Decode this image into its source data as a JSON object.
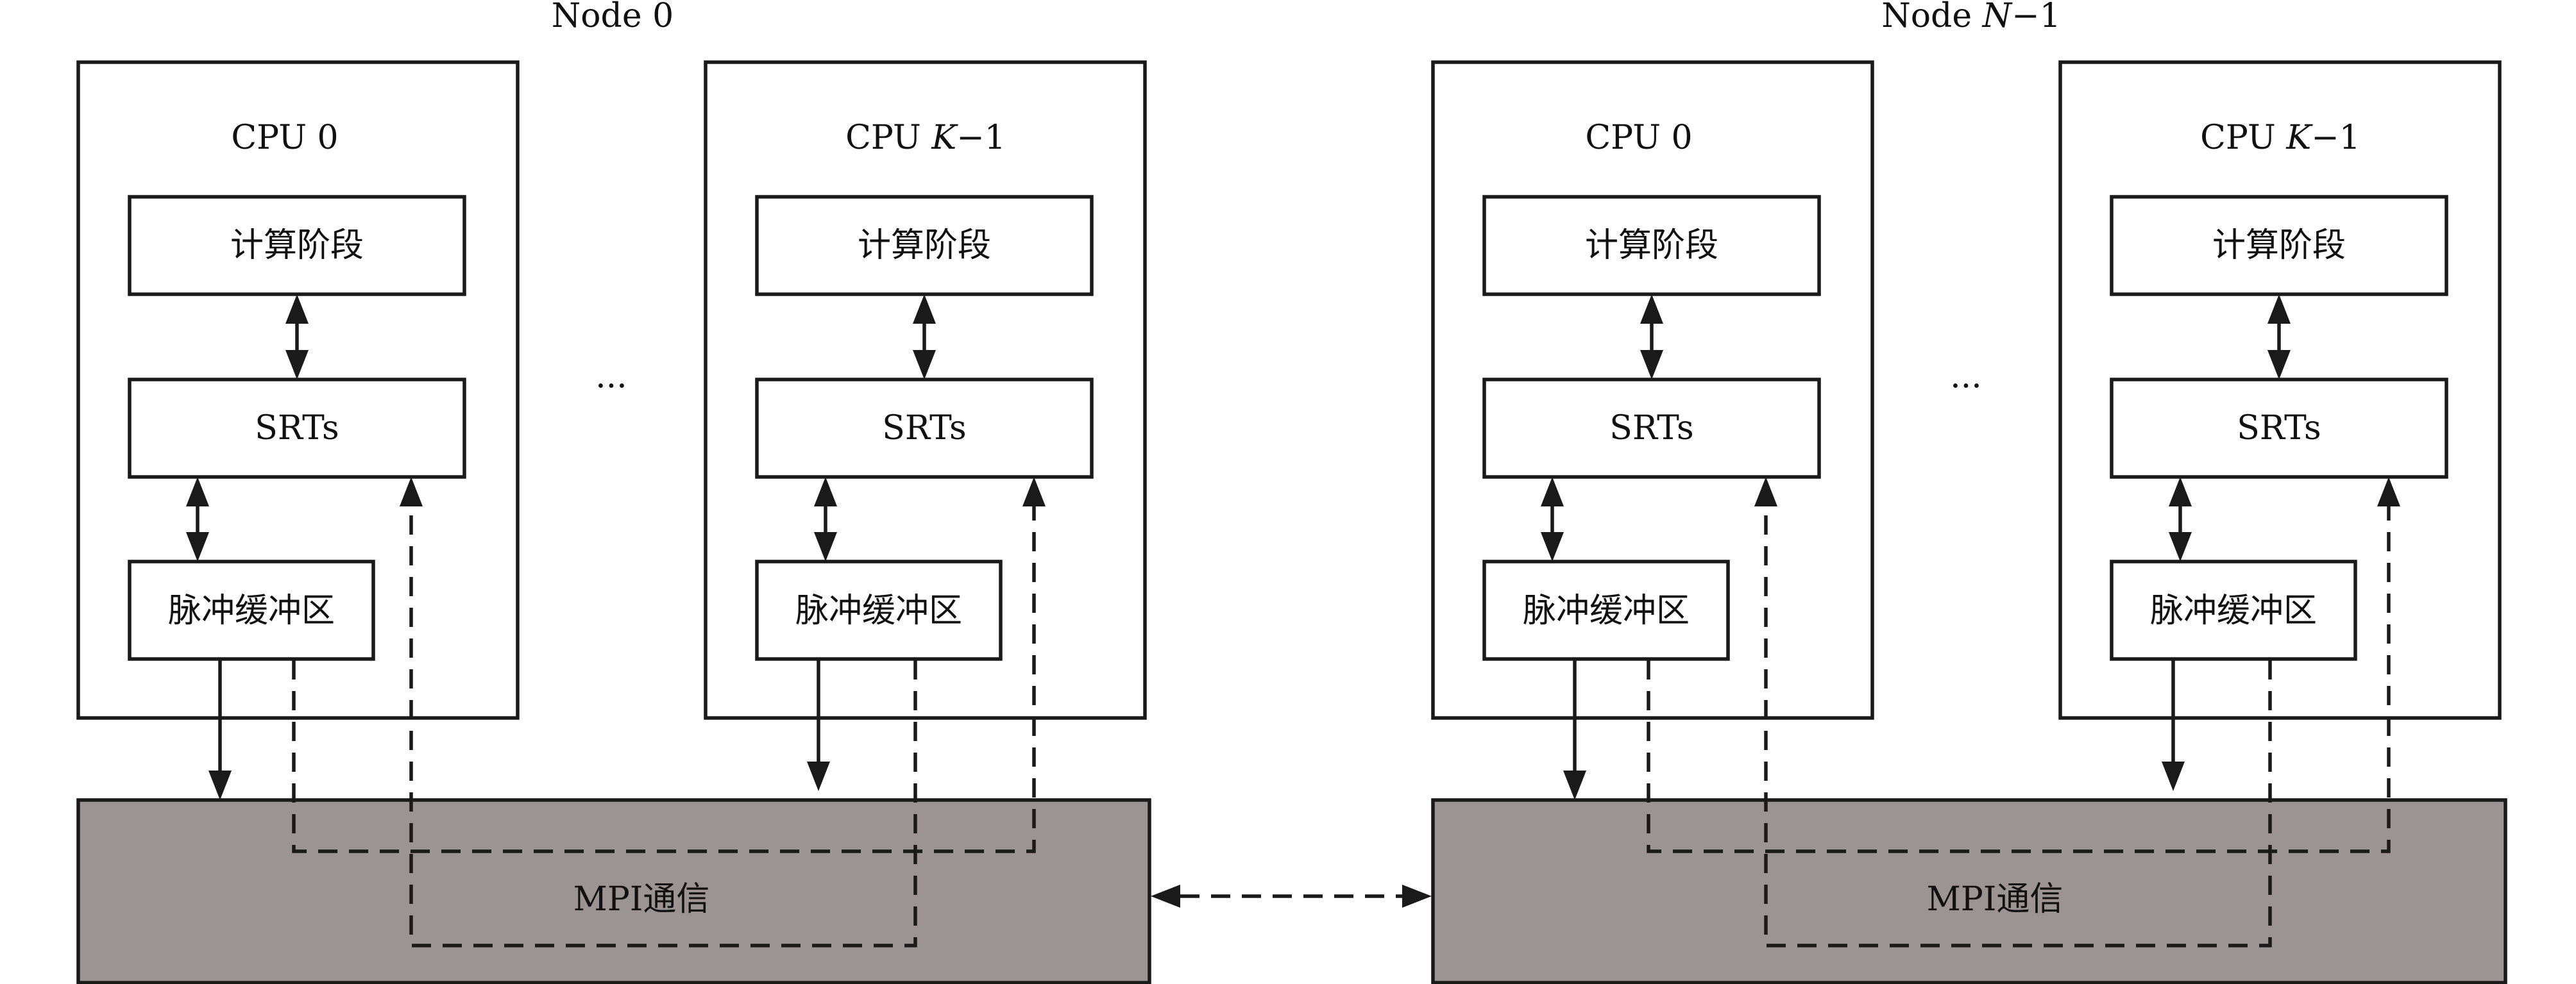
{
  "diagram": {
    "node_first_label": "Node 0",
    "node_last_prefix": "Node ",
    "node_last_var": "N",
    "node_last_suffix": "−1",
    "cpu_first_label": "CPU 0",
    "cpu_last_prefix": "CPU ",
    "cpu_last_var": "K",
    "cpu_last_suffix": "−1",
    "compute_stage_label": "计算阶段",
    "srts_label": "SRTs",
    "spike_buffer_label": "脉冲缓冲区",
    "mpi_label": "MPI通信",
    "ellipsis": "···",
    "colors": {
      "mpi_fill": "#9b9492",
      "line": "#1a1a1a",
      "box_fill": "#ffffff"
    }
  }
}
